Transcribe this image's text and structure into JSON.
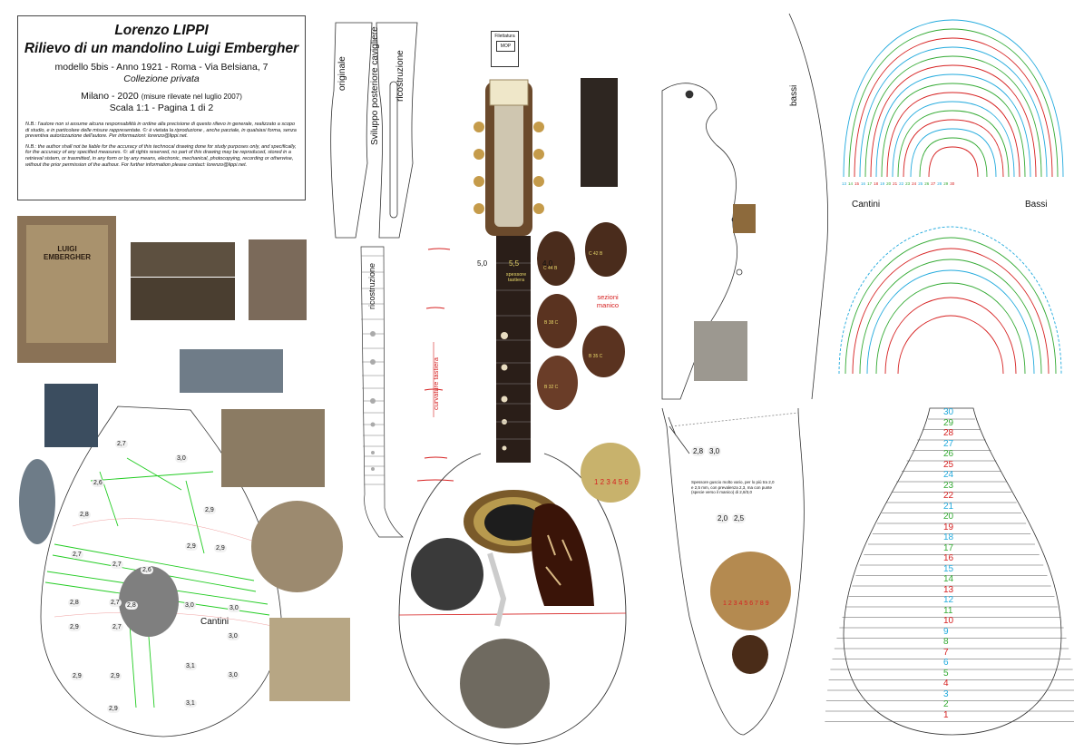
{
  "title_block": {
    "author": "Lorenzo LIPPI",
    "title": "Rilievo di un mandolino Luigi Embergher",
    "model_line": "modello 5bis - Anno 1921 - Roma - Via Belsiana, 7",
    "collection": "Collezione privata",
    "place_date": "Milano - 2020",
    "measured_note": "(misure rilevate nel luglio 2007)",
    "scale_page": "Scala 1:1 - Pagina 1 di 2",
    "note_it": "N.B.: l'autore non si assume alcuna responsabilità in ordine alla precisione di questo rilievo in generale, realizzato a scopo di studio, e in particolare delle misure rappresentate. ©: è vietata la riproduzione , anche parziale, in qualsiasi forma, senza preventiva autorizzazione dell'autore. Per informazioni: lorenzo@lippi.net.",
    "note_en": "N.B.: the author shall not be liable for the accuracy of this technocal drawing done for study purposes only, and specifically, for the accuracy of any specified measures. ©: all rights reserved, no part of this drawing may be reproduced, stored in a retrieval sistem, or trasmitted, in any form or by any means, electronic, mechanical, photocopying, recording or otherwise, without the prior permission of the authour. For further information please contact: lorenzo@lippi.net."
  },
  "labels": {
    "originale": "originale",
    "sviluppo": "Sviluppo posteriore cavigliere",
    "ricostruzione_top": "ricostruzione",
    "ricostruzione_fret": "ricostruzione",
    "filettatura": "Filettatura",
    "mop": "MOP",
    "spessore_tastiera": "spessore tastiera",
    "sezioni_manico": "sezioni manico",
    "curvature_tastiera": "curvature tastiera",
    "bassi_vert": "bassi",
    "cantini_right": "Cantini",
    "bassi_right": "Bassi",
    "cantini_back": "Cantini",
    "thickness_note": "Spessore guscio molto vario, per lo più tra 2,0 e 2,5 mm, con prevalenza 2,3, ma con punte (specie verso il manico) di 2,8/3,0",
    "neck_left": "5,0",
    "neck_mid": "5,5",
    "neck_right": "4,0",
    "side_a": "2,8",
    "side_b": "3,0",
    "side_c": "2,0",
    "side_d": "2,5",
    "label_photo_text": "LUIGI EMBERGHER",
    "ruler_nums": "1 2 3 4 5 6",
    "ruler_nums_b": "1 2 3 4 5 6 7 8 9"
  },
  "thickness_values": [
    "2,7",
    "3,0",
    "2,6",
    "2,9",
    "2,8",
    "2,9",
    "2,9",
    "2,7",
    "2,7",
    "2,6",
    "2,8",
    "2,7",
    "3,0",
    "3,0",
    "2,8",
    "2,9",
    "2,7",
    "3,0",
    "3,1",
    "2,9",
    "2,9",
    "3,0",
    "2,9",
    "3,1"
  ],
  "section_readings": [
    {
      "a": "C",
      "b": "44",
      "c": "B"
    },
    {
      "a": "C",
      "b": "42",
      "c": "B"
    },
    {
      "a": "B",
      "b": "38",
      "c": "C"
    },
    {
      "a": "B",
      "b": "35",
      "c": "C"
    },
    {
      "a": "B",
      "b": "32",
      "c": "C"
    }
  ],
  "rib_numbers": [
    "30",
    "29",
    "28",
    "27",
    "26",
    "25",
    "24",
    "23",
    "22",
    "21",
    "20",
    "19",
    "18",
    "17",
    "16",
    "15",
    "14",
    "13",
    "12",
    "11",
    "10",
    "9",
    "8",
    "7",
    "6",
    "5",
    "4",
    "3",
    "2",
    "1"
  ],
  "rib_colors": {
    "cyan": "#22aadd",
    "green": "#33aa33",
    "red": "#d62020"
  },
  "curve_legend": [
    "13",
    "14",
    "15",
    "16",
    "17",
    "18",
    "19",
    "20",
    "21",
    "22",
    "23",
    "24",
    "25",
    "26",
    "27",
    "28",
    "29",
    "30"
  ]
}
